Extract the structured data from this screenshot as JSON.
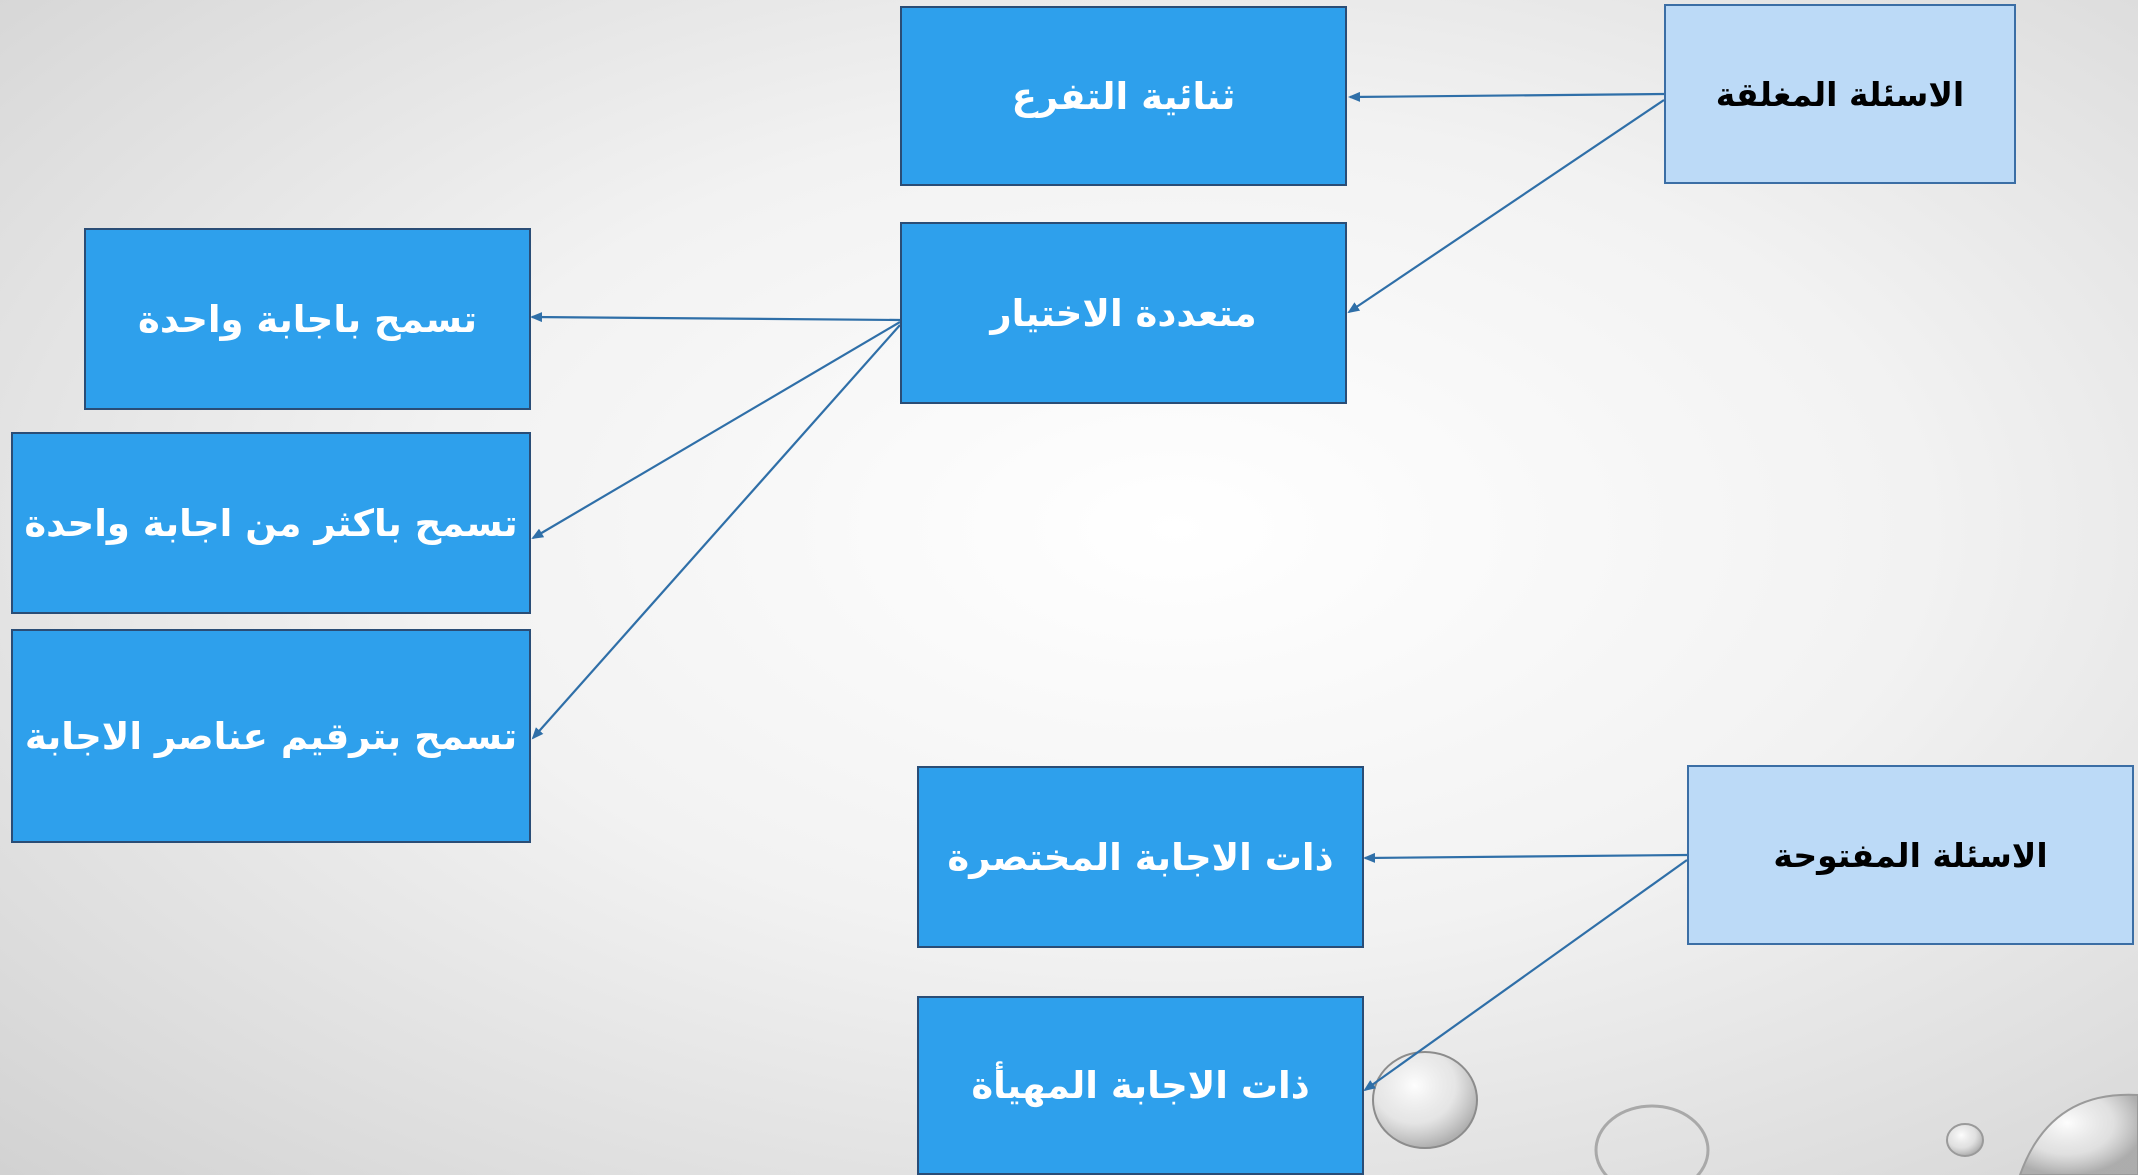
{
  "colors": {
    "box_fill": "#2ea0ec",
    "root_fill": "#bcdaf7",
    "border": "#2a4d76",
    "arrow": "#2f6fa8"
  },
  "diagram": {
    "roots": {
      "closed": "الاسئلة المغلقة",
      "open": "الاسئلة المفتوحة"
    },
    "closed_types": {
      "binary": "ثنائية التفرع",
      "multiple_choice": "متعددة الاختيار"
    },
    "mc_options": {
      "single": "تسمح باجابة واحدة",
      "multiple": "تسمح باكثر من اجابة واحدة",
      "ranking": "تسمح بترقيم عناصر الاجابة"
    },
    "open_types": {
      "short": "ذات الاجابة المختصرة",
      "prepared": "ذات الاجابة المهيأة"
    }
  }
}
